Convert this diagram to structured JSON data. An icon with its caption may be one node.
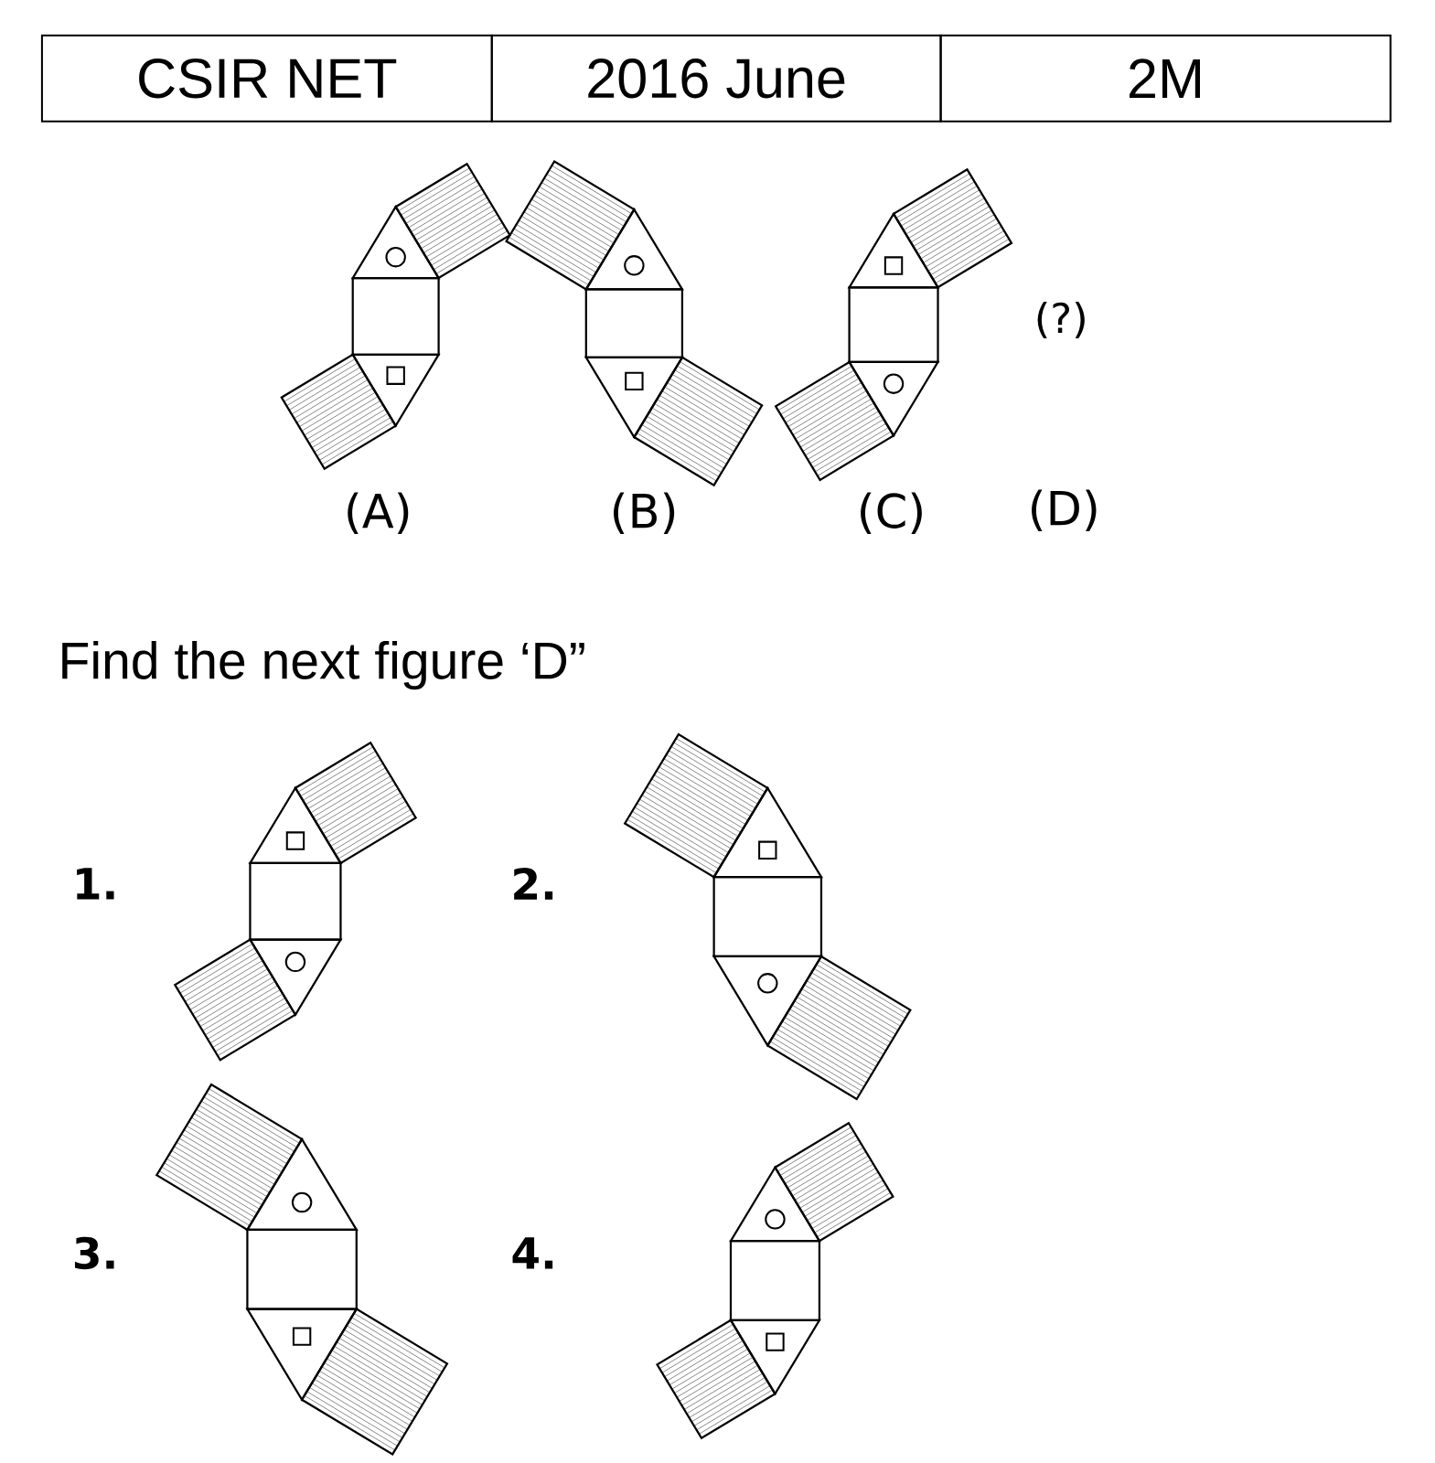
{
  "diagram": {
    "labels": [
      "CSIR NET",
      "2016 June",
      "2M",
      "(?)",
      "(A)",
      "(B)",
      "(C)",
      "(D)",
      "Find the next figure ‘D”",
      "1.",
      "2.",
      "3.",
      "4."
    ]
  }
}
